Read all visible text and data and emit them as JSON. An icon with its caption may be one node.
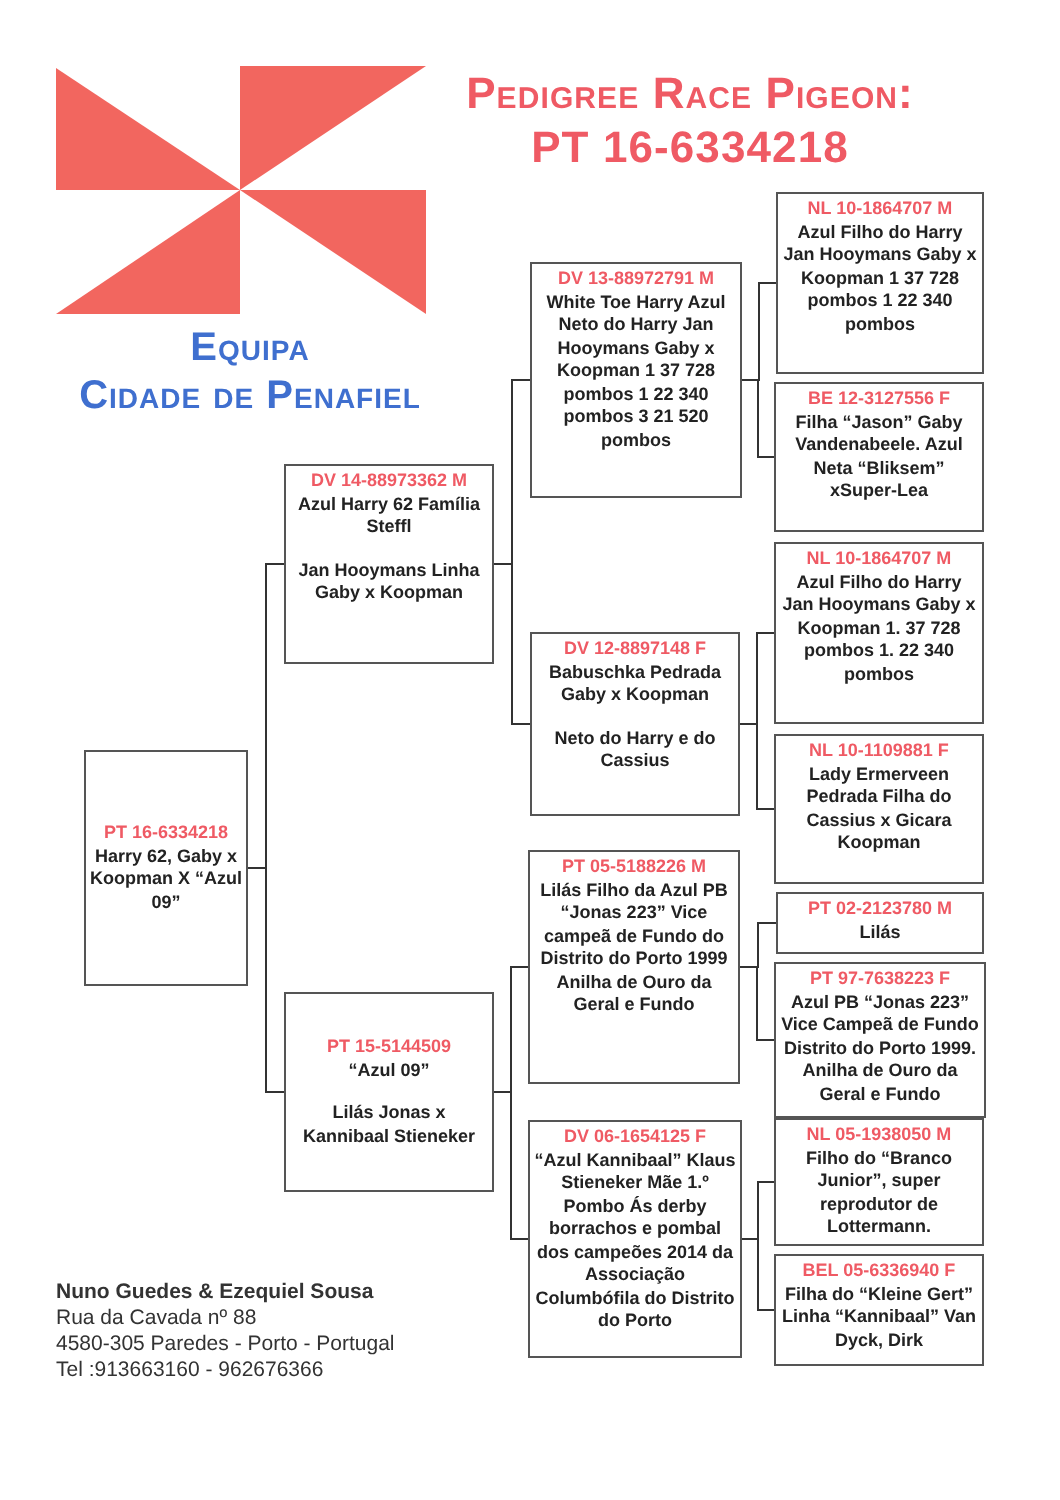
{
  "diagram": {
    "title": "Pedigree Race Pigeon: PT 16-6334218",
    "nodes": [
      {
        "text": [
          "PT 16-6334218",
          "Harry 62, Gaby x Koopman X “Azul 09”"
        ]
      },
      {
        "text": [
          "DV 14-88973362 M",
          "Azul Harry 62 Família Steffl",
          "Jan Hooymans Linha Gaby x Koopman"
        ]
      },
      {
        "text": [
          "PT 15-5144509",
          "“Azul 09”",
          "Lilás Jonas x Kannibaal Stieneker"
        ]
      },
      {
        "text": [
          "DV 13-88972791 M",
          "White Toe Harry Azul Neto do Harry Jan Hooymans Gaby x Koopman 1 37 728 pombos 1 22 340 pombos 3 21 520 pombos"
        ]
      },
      {
        "text": [
          "DV 12-8897148 F",
          "Babuschka Pedrada Gaby x Koopman",
          "Neto do Harry e do Cassius"
        ]
      },
      {
        "text": [
          "PT 05-5188226 M",
          "Lilás Filho da Azul PB “Jonas 223” Vice campeã de Fundo do Distrito do Porto 1999 Anilha de Ouro da Geral e Fundo"
        ]
      },
      {
        "text": [
          "DV 06-1654125 F",
          "“Azul Kannibaal” Klaus Stieneker Mãe 1.º Pombo Ás derby borrachos e pombal dos campeões 2014 da Associação Columbófila do Distrito do Porto"
        ]
      },
      {
        "text": [
          "NL 10-1864707 M",
          "Azul Filho do Harry Jan Hooymans Gaby x Koopman 1 37 728 pombos 1 22 340 pombos"
        ]
      },
      {
        "text": [
          "BE 12-3127556 F",
          "Filha “Jason” Gaby Vandenabeele. Azul Neta “Bliksem” xSuper-Lea"
        ]
      },
      {
        "text": [
          "NL 10-1864707 M",
          "Azul Filho do Harry Jan Hooymans Gaby x Koopman 1. 37 728 pombos 1. 22 340 pombos"
        ]
      },
      {
        "text": [
          "NL 10-1109881 F",
          "Lady Ermerveen Pedrada Filha do Cassius x Gicara Koopman"
        ]
      },
      {
        "text": [
          "PT 02-2123780 M",
          "Lilás"
        ]
      },
      {
        "text": [
          "PT 97-7638223 F",
          "Azul PB “Jonas 223” Vice Campeã de Fundo Distrito do Porto 1999. Anilha de Ouro da Geral e Fundo"
        ]
      },
      {
        "text": [
          "NL 05-1938050 M",
          "Filho do “Branco Junior”, super reprodutor de Lottermann."
        ]
      },
      {
        "text": [
          "BEL 05-6336940 F",
          "Filha do “Kleine Gert” Linha “Kannibaal” Van Dyck, Dirk"
        ]
      }
    ],
    "edges": [
      {
        "from": 0,
        "to": 1,
        "arrow": "none"
      },
      {
        "from": 0,
        "to": 2,
        "arrow": "none"
      },
      {
        "from": 1,
        "to": 3,
        "arrow": "none"
      },
      {
        "from": 1,
        "to": 4,
        "arrow": "none"
      },
      {
        "from": 2,
        "to": 5,
        "arrow": "none"
      },
      {
        "from": 2,
        "to": 6,
        "arrow": "none"
      },
      {
        "from": 3,
        "to": 7,
        "arrow": "none"
      },
      {
        "from": 3,
        "to": 8,
        "arrow": "none"
      },
      {
        "from": 4,
        "to": 9,
        "arrow": "none"
      },
      {
        "from": 4,
        "to": 10,
        "arrow": "none"
      },
      {
        "from": 5,
        "to": 11,
        "arrow": "none"
      },
      {
        "from": 5,
        "to": 12,
        "arrow": "none"
      },
      {
        "from": 6,
        "to": 13,
        "arrow": "none"
      },
      {
        "from": 6,
        "to": 14,
        "arrow": "none"
      }
    ],
    "labels": [
      "Equipa",
      "Cidade de Penafiel",
      "Nuno Guedes & Ezequiel Sousa",
      "Rua da Cavada nº 88",
      "4580-305 Paredes - Porto - Portugal",
      "Tel :913663160 - 962676366"
    ]
  }
}
